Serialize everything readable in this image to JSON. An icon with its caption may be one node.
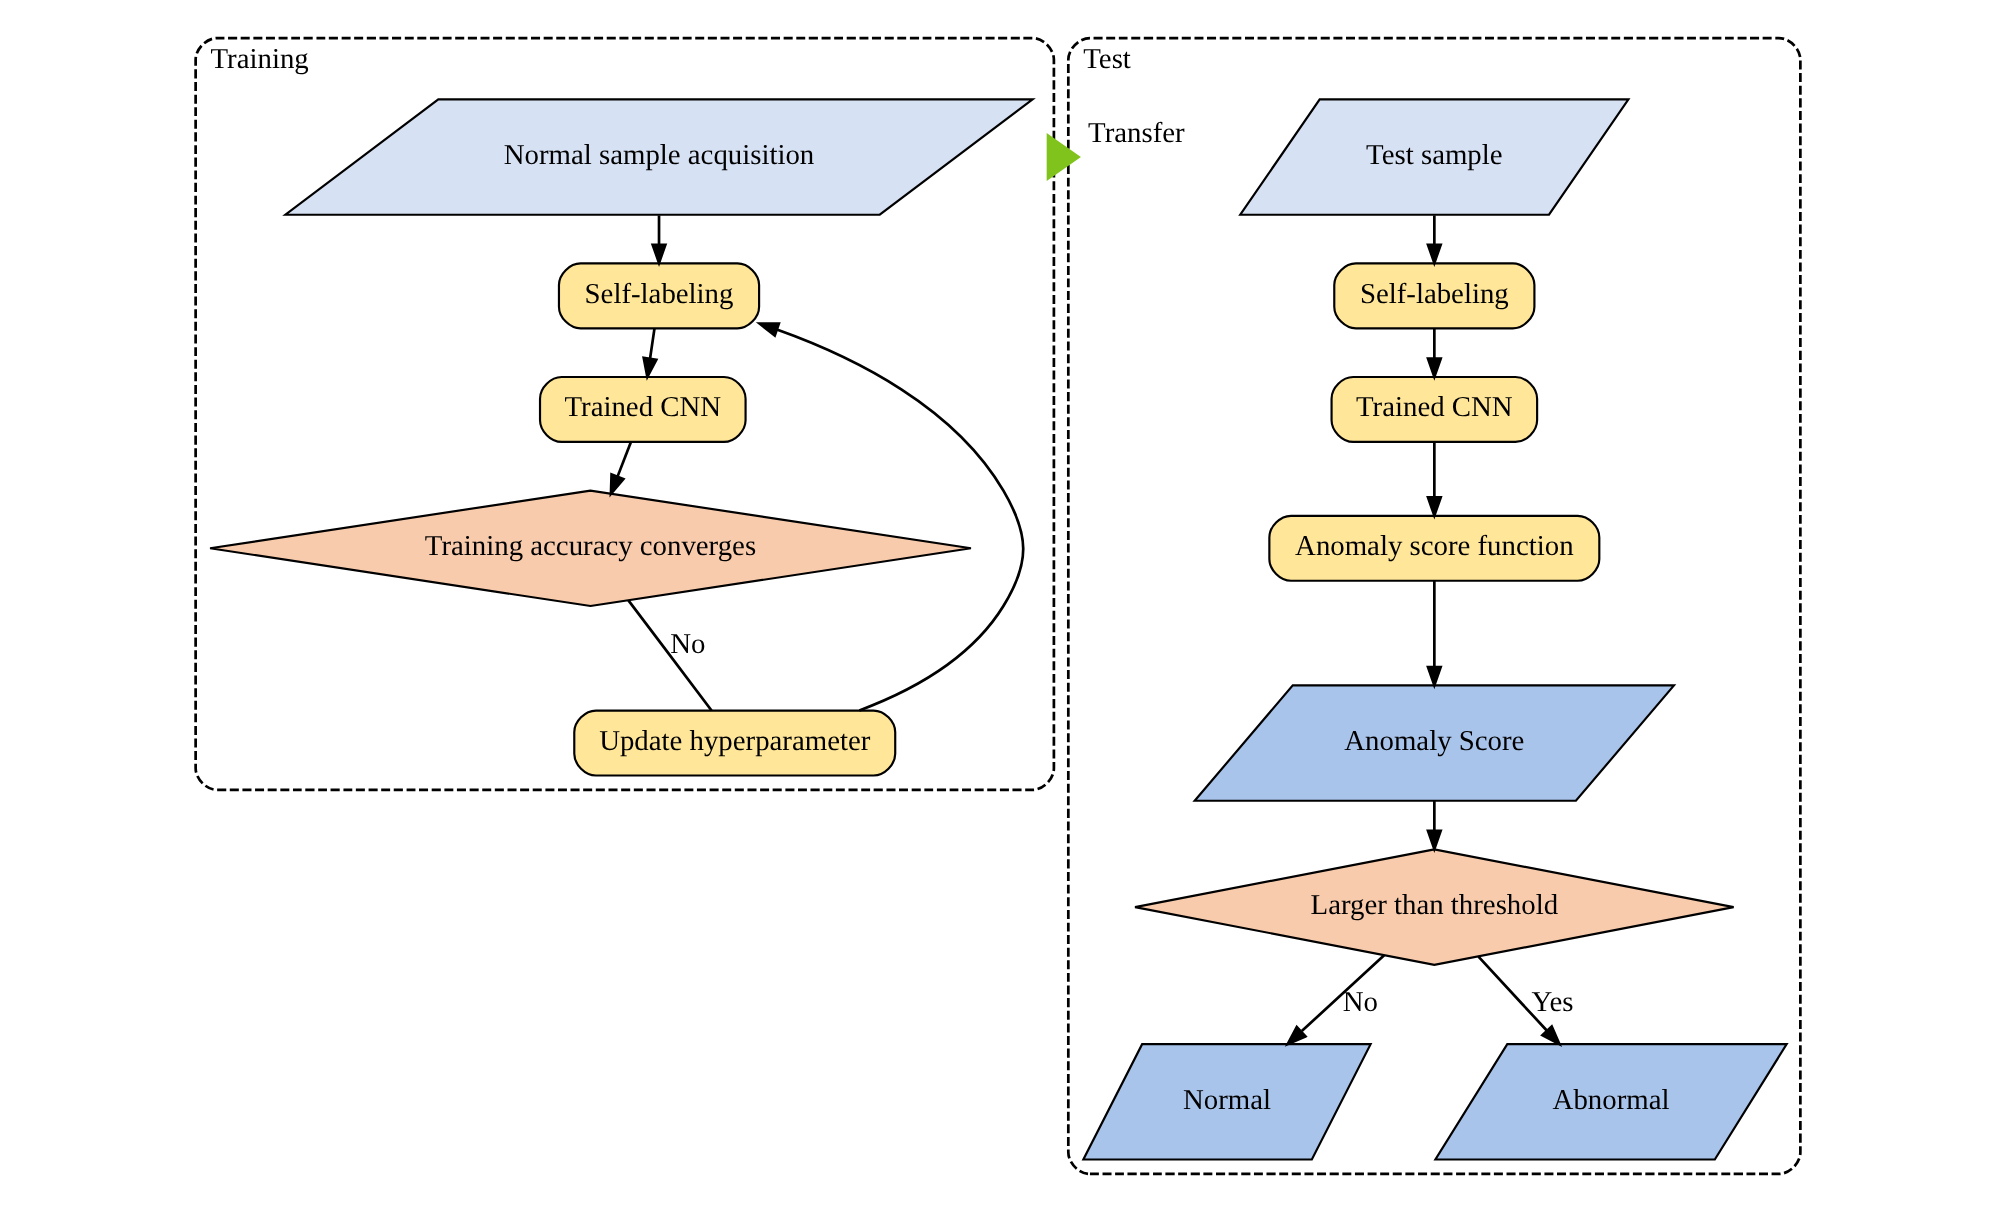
{
  "diagram": {
    "nodes": [
      {
        "text": [
          "Training"
        ]
      },
      {
        "text": [
          "Normal sample acquisition"
        ],
        "in": 0
      },
      {
        "text": [
          "Self-labeling"
        ],
        "in": 0
      },
      {
        "text": [
          "Trained CNN"
        ],
        "in": 0
      },
      {
        "text": [
          "Update hyperparameter"
        ],
        "in": 0
      },
      {
        "text": [
          "Training accuracy converges"
        ],
        "in": 0
      },
      {
        "text": [
          "Test"
        ]
      },
      {
        "text": [
          "Test sample"
        ],
        "in": 6
      },
      {
        "text": [
          "Self-labeling"
        ],
        "in": 6
      },
      {
        "text": [
          "Trained CNN"
        ],
        "in": 6
      },
      {
        "text": [
          "Anomaly score function"
        ],
        "in": 6
      },
      {
        "text": [
          "Anomaly Score"
        ],
        "in": 6
      },
      {
        "text": [
          "Larger than threshold"
        ],
        "in": 6
      },
      {
        "text": [
          "Normal"
        ],
        "in": 6
      },
      {
        "text": [
          "Abnormal"
        ],
        "in": 6
      }
    ],
    "edges": [
      {
        "from": 1,
        "to": 2,
        "arrow": "to"
      },
      {
        "from": 2,
        "to": 3,
        "arrow": "to"
      },
      {
        "from": 3,
        "to": 5,
        "arrow": "to"
      },
      {
        "from": 5,
        "to": 4,
        "arrow": "none",
        "label": "No"
      },
      {
        "from": 4,
        "to": 2,
        "arrow": "to"
      },
      {
        "from": 0,
        "to": 6,
        "arrow": "to",
        "label": "Transfer",
        "style": "thick",
        "color": "#7fc31c"
      },
      {
        "from": 7,
        "to": 8,
        "arrow": "to"
      },
      {
        "from": 8,
        "to": 9,
        "arrow": "to"
      },
      {
        "from": 9,
        "to": 10,
        "arrow": "to"
      },
      {
        "from": 10,
        "to": 11,
        "arrow": "to"
      },
      {
        "from": 11,
        "to": 12,
        "arrow": "to"
      },
      {
        "from": 12,
        "to": 13,
        "arrow": "to",
        "label": "No"
      },
      {
        "from": 12,
        "to": 14,
        "arrow": "to",
        "label": "Yes"
      }
    ]
  }
}
